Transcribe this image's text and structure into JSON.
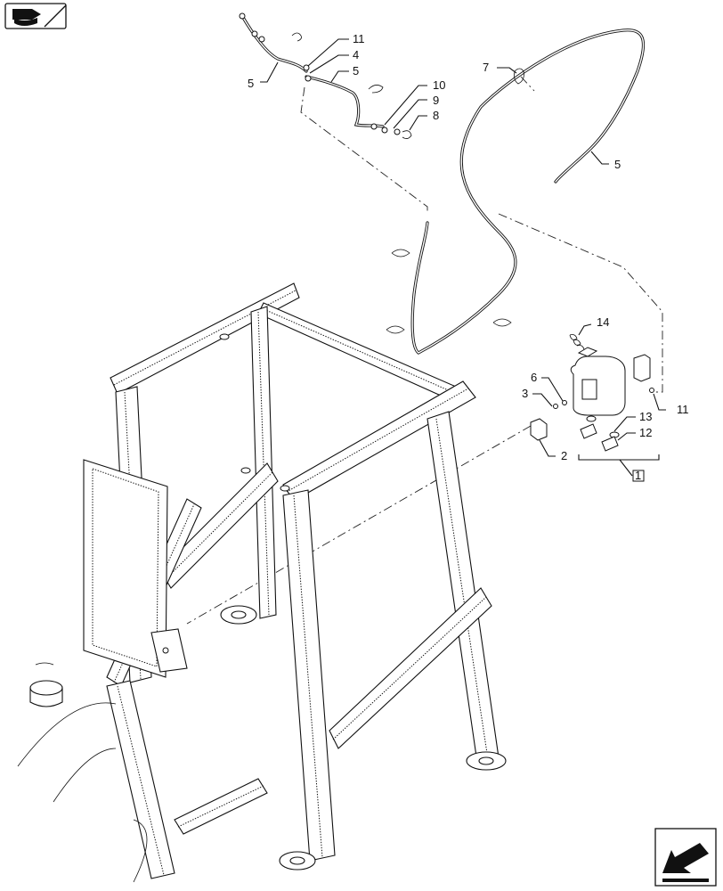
{
  "icons": {
    "top_left": "book-arrow-icon",
    "bottom_right": "navigate-arrow-icon"
  },
  "callouts": [
    {
      "id": "c11a",
      "text": "11"
    },
    {
      "id": "c4",
      "text": "4"
    },
    {
      "id": "c5a",
      "text": "5"
    },
    {
      "id": "c5b",
      "text": "5"
    },
    {
      "id": "c10",
      "text": "10"
    },
    {
      "id": "c9",
      "text": "9"
    },
    {
      "id": "c8",
      "text": "8"
    },
    {
      "id": "c7",
      "text": "7"
    },
    {
      "id": "c5c",
      "text": "5"
    },
    {
      "id": "c14",
      "text": "14"
    },
    {
      "id": "c6",
      "text": "6"
    },
    {
      "id": "c3",
      "text": "3"
    },
    {
      "id": "c11b",
      "text": "11"
    },
    {
      "id": "c13",
      "text": "13"
    },
    {
      "id": "c12",
      "text": "12"
    },
    {
      "id": "c2",
      "text": "2"
    },
    {
      "id": "c1",
      "text": "1"
    }
  ]
}
